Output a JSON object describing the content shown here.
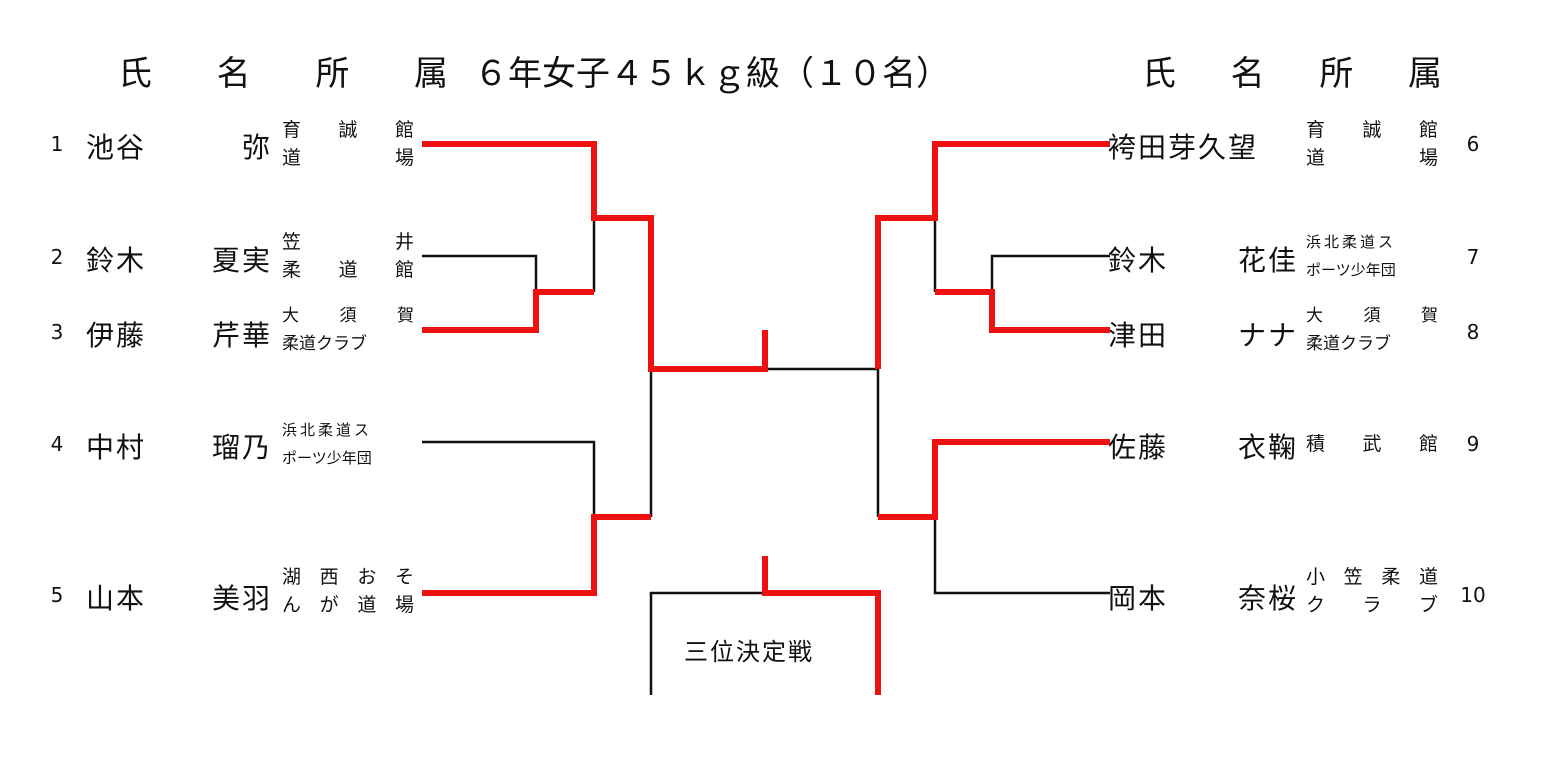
{
  "header": {
    "left_cols": [
      "氏",
      "名",
      "所",
      "属"
    ],
    "title": "６年女子４５ｋｇ級（１０名）",
    "right_cols": [
      "氏",
      "名",
      "所",
      "属"
    ]
  },
  "left_players": [
    {
      "no": "1",
      "surname": "池谷",
      "given": "弥",
      "aff": [
        [
          "育",
          "誠",
          "館"
        ],
        [
          "道",
          "場"
        ]
      ]
    },
    {
      "no": "2",
      "surname": "鈴木",
      "given": "夏実",
      "aff": [
        [
          "笠",
          "井"
        ],
        [
          "柔",
          "道",
          "館"
        ]
      ]
    },
    {
      "no": "3",
      "surname": "伊藤",
      "given": "芹華",
      "aff": [
        [
          "大",
          "須",
          "賀"
        ],
        [
          "柔道クラブ"
        ]
      ]
    },
    {
      "no": "4",
      "surname": "中村",
      "given": "瑠乃",
      "aff": [
        [
          "浜北柔道ス"
        ],
        [
          "ポーツ少年団"
        ]
      ]
    },
    {
      "no": "5",
      "surname": "山本",
      "given": "美羽",
      "aff": [
        [
          "湖",
          "西",
          "お",
          "そ"
        ],
        [
          "ん",
          "が",
          "道",
          "場"
        ]
      ]
    }
  ],
  "right_players": [
    {
      "no": "6",
      "surname": "袴田芽久望",
      "given": "",
      "aff": [
        [
          "育",
          "誠",
          "館"
        ],
        [
          "道",
          "場"
        ]
      ]
    },
    {
      "no": "7",
      "surname": "鈴木",
      "given": "花佳",
      "aff": [
        [
          "浜北柔道ス"
        ],
        [
          "ポーツ少年団"
        ]
      ]
    },
    {
      "no": "8",
      "surname": "津田",
      "given": "ナナ",
      "aff": [
        [
          "大",
          "須",
          "賀"
        ],
        [
          "柔道クラブ"
        ]
      ]
    },
    {
      "no": "9",
      "surname": "佐藤",
      "given": "衣鞠",
      "aff": [
        [
          "積",
          "武",
          "館"
        ]
      ]
    },
    {
      "no": "10",
      "surname": "岡本",
      "given": "奈桜",
      "aff": [
        [
          "小",
          "笠",
          "柔",
          "道"
        ],
        [
          "ク",
          "ラ",
          "ブ"
        ]
      ]
    }
  ],
  "third_place_label": "三位決定戦",
  "colors": {
    "winner_line": "#ee1111",
    "line": "#111111"
  }
}
